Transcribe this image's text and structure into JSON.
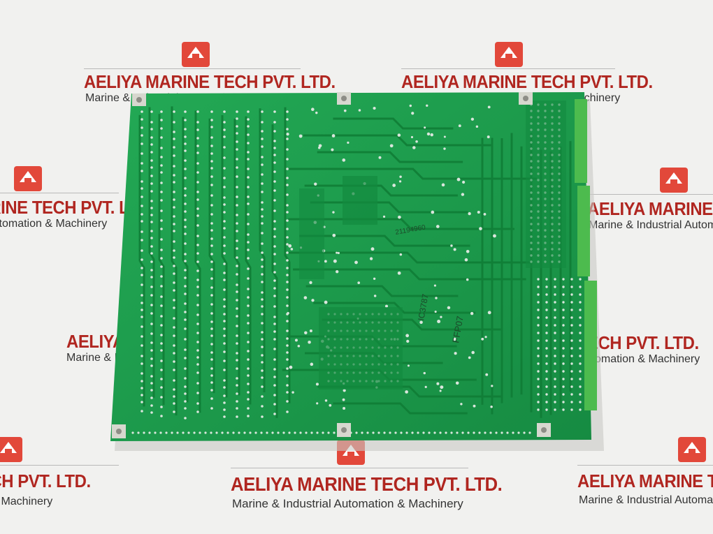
{
  "watermark": {
    "company": "AELIYA MARINE TECH PVT. LTD.",
    "tagline": "Marine & Industrial Automation & Machinery",
    "logo_icon": "house-roof-logo-icon",
    "brand_color": "#b02620",
    "logo_color": "#e2483a"
  },
  "board": {
    "color": "#1fa14f",
    "silkscreen": [
      "FFP07",
      "IC3787",
      "21194960"
    ],
    "connector_color": "#4dbb4e"
  }
}
